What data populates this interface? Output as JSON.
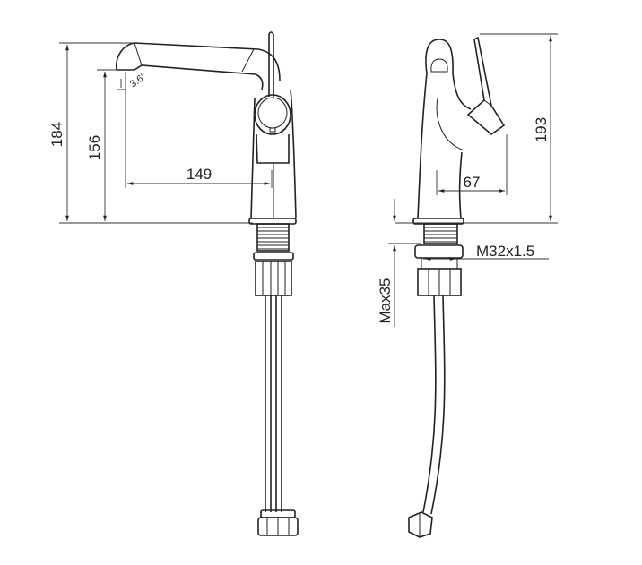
{
  "drawing": {
    "side_view": {
      "total_height": "184",
      "spout_height": "156",
      "spout_reach": "149",
      "spout_angle": "3.6°"
    },
    "front_view": {
      "total_height": "193",
      "lever_offset": "67",
      "thread": "M32x1.5",
      "max_counter_thickness": "Max35"
    },
    "line_color": "#222222"
  }
}
